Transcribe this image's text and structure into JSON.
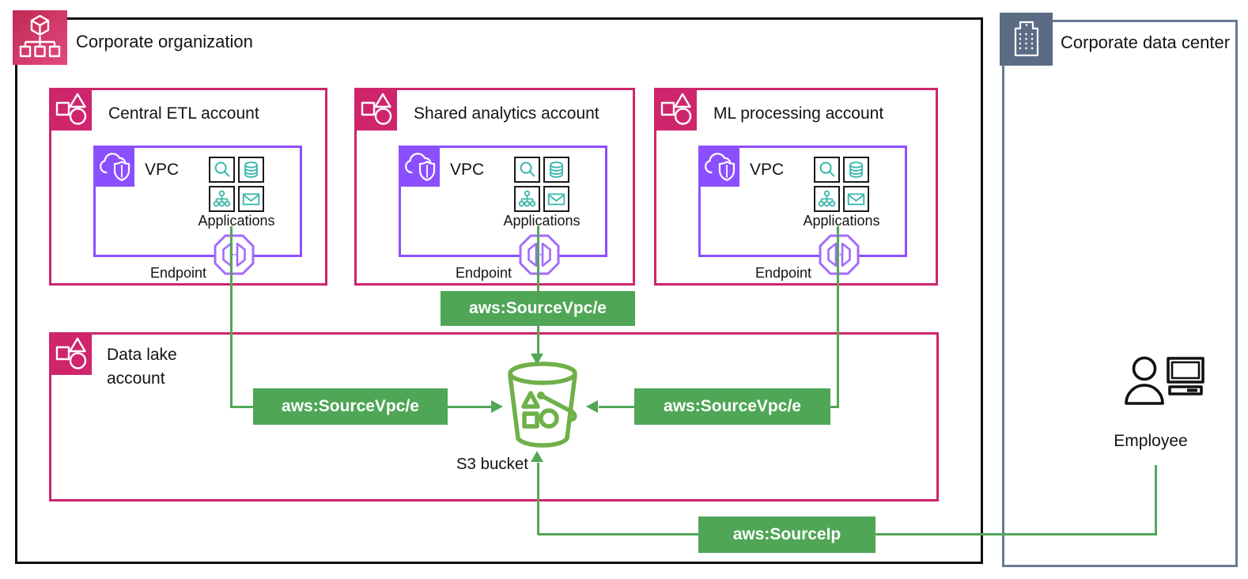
{
  "org": {
    "title": "Corporate organization"
  },
  "data_center": {
    "title": "Corporate data center",
    "employee_label": "Employee"
  },
  "accounts": [
    {
      "title": "Central ETL account",
      "vpc_label": "VPC",
      "applications_label": "Applications",
      "endpoint_label": "Endpoint"
    },
    {
      "title": "Shared analytics account",
      "vpc_label": "VPC",
      "applications_label": "Applications",
      "endpoint_label": "Endpoint"
    },
    {
      "title": "ML processing account",
      "vpc_label": "VPC",
      "applications_label": "Applications",
      "endpoint_label": "Endpoint"
    }
  ],
  "data_lake": {
    "title": "Data lake account",
    "s3_label": "S3 bucket"
  },
  "policies": {
    "top": "aws:SourceVpc/e",
    "left": "aws:SourceVpc/e",
    "right": "aws:SourceVpc/e",
    "bottom": "aws:SourceIp"
  },
  "icons": {
    "organization": "organizations-icon",
    "account": "account-icon",
    "vpc": "vpc-cloud-shield-icon",
    "applications": [
      "search-icon",
      "database-icon",
      "sitemap-icon",
      "mail-icon"
    ],
    "endpoint": "vpc-endpoint-octagon-icon",
    "s3": "s3-bucket-icon",
    "data_center": "building-icon",
    "employee": "person-with-computer-icon"
  },
  "colors": {
    "org_border": "#0d0d0d",
    "account_pink": "#ce256c",
    "vpc_purple": "#8c4fff",
    "endpoint_purple": "#a36bfa",
    "connector_green": "#52a756",
    "policy_green": "#4fa656",
    "bucket_green": "#6fb049",
    "app_teal": "#3bb8ae",
    "datacenter_slate": "#5b6b84"
  }
}
